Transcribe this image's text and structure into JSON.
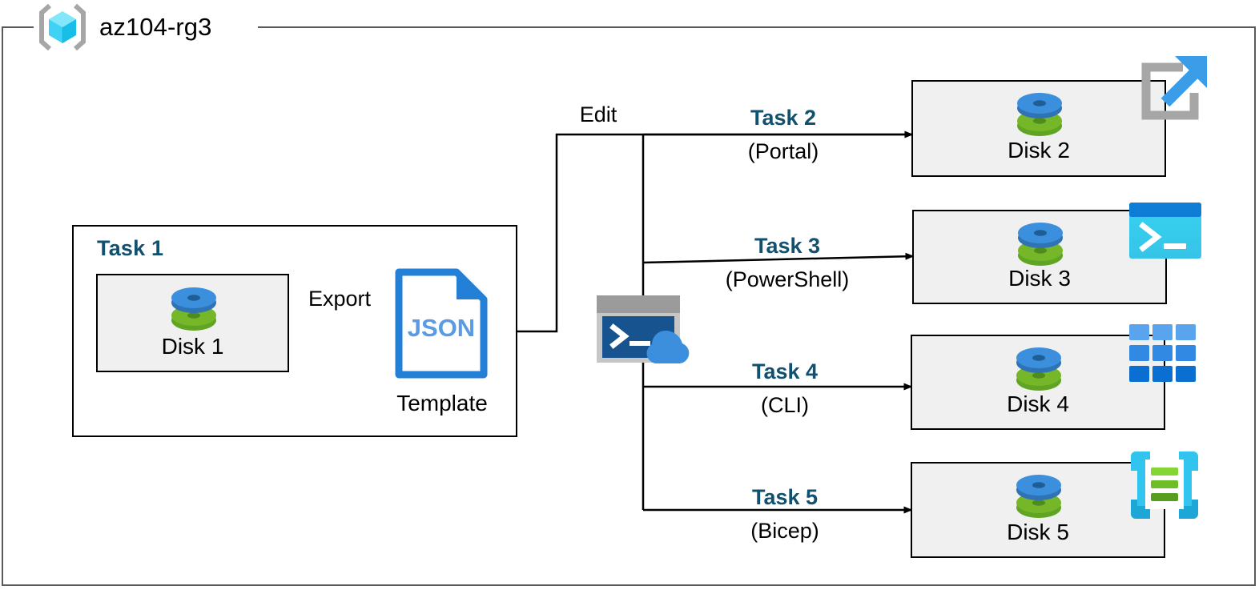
{
  "resource_group": {
    "name": "az104-rg3",
    "icon": "resource-group-cube-icon"
  },
  "task1": {
    "title": "Task 1",
    "disk": {
      "label": "Disk 1",
      "icon": "disk-icon"
    },
    "export_label": "Export",
    "template": {
      "file_type": "JSON",
      "caption": "Template",
      "icon": "json-file-icon"
    }
  },
  "edit": {
    "label": "Edit"
  },
  "cloudshell": {
    "icon": "cloud-shell-icon"
  },
  "branches": [
    {
      "task": "Task 2",
      "tool": "(Portal)",
      "disk_label": "Disk 2",
      "tool_icon": "portal-external-link-icon"
    },
    {
      "task": "Task 3",
      "tool": "(PowerShell)",
      "disk_label": "Disk 3",
      "tool_icon": "powershell-console-icon"
    },
    {
      "task": "Task 4",
      "tool": "(CLI)",
      "disk_label": "Disk 4",
      "tool_icon": "azure-cli-grid-icon"
    },
    {
      "task": "Task 5",
      "tool": "(Bicep)",
      "disk_label": "Disk 5",
      "tool_icon": "bicep-file-icon"
    }
  ],
  "colors": {
    "task_blue": "#12506F",
    "box_fill": "#F0F0F0",
    "box_border": "#000000",
    "frame_border": "#595959",
    "disk_top": "#3B8FDC",
    "disk_bottom": "#76B729",
    "json_blue": "#2380D6",
    "cyan": "#31C4EE",
    "cli_blue": "#2F87E0"
  }
}
